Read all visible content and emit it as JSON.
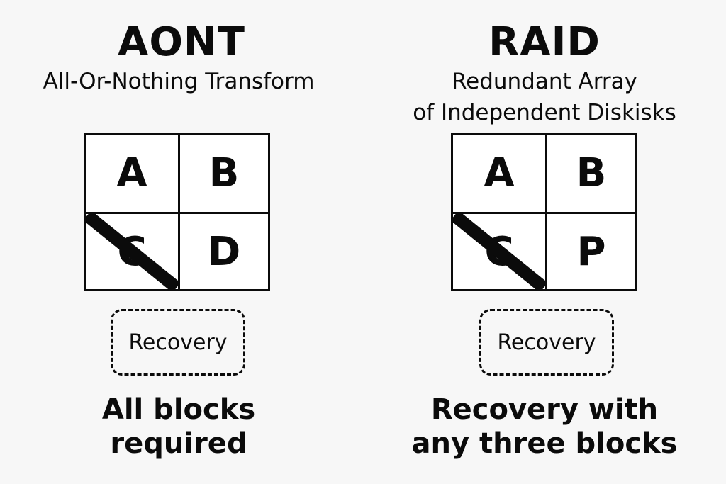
{
  "aont": {
    "title": "AONT",
    "subtitle": "All-Or-Nothing Transform",
    "blocks": [
      "A",
      "B",
      "C",
      "D"
    ],
    "lost_block": "C",
    "recovery_label": "Recovery",
    "caption_line1": "All blocks",
    "caption_line2": "required"
  },
  "raid": {
    "title": "RAID",
    "subtitle_line1": "Redundant Array",
    "subtitle_line2": "of Independent Diskisks",
    "blocks": [
      "A",
      "B",
      "C",
      "P"
    ],
    "lost_block": "C",
    "recovery_label": "Recovery",
    "caption_line1": "Recovery with",
    "caption_line2": "any three blocks"
  },
  "colors": {
    "background": "#f7f7f7",
    "ink": "#0b0b0b",
    "cell_fill": "#ffffff"
  }
}
